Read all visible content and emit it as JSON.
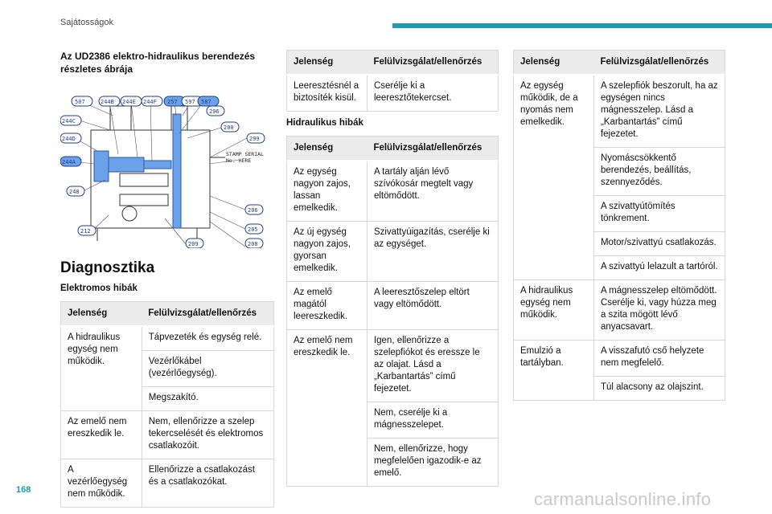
{
  "header": {
    "section_title": "Sajátosságok",
    "page_number": "168",
    "watermark": "carmanualsonline.info",
    "accent_color": "#1d9bb0"
  },
  "figure": {
    "title": "Az UD2386 elektro-hidraulikus berendezés részletes ábrája",
    "callouts_left": [
      "507",
      "244B",
      "244E",
      "244F",
      "257",
      "597",
      "587",
      "244C",
      "244D",
      "244A",
      "248",
      "212",
      "209"
    ],
    "callouts_right": [
      "296",
      "200",
      "299",
      "206",
      "205",
      "208"
    ],
    "stamp": "STAMP SERIAL No. HERE"
  },
  "section": "Diagnosztika",
  "electrical": {
    "title": "Elektromos hibák",
    "head": [
      "Jelenség",
      "Felülvizsgálat/ellenőrzés"
    ],
    "rows": [
      {
        "sym": "A hidraulikus egység nem működik.",
        "checks": [
          "Tápvezeték és egység relé.",
          "Vezérlőkábel (vezérlőegység).",
          "Megszakító."
        ]
      },
      {
        "sym": "Az emelő nem ereszkedik le.",
        "checks": [
          "Nem, ellenőrizze a szelep tekercselését és elektromos csatlakozóit."
        ]
      },
      {
        "sym": "A vezérlőegység nem működik.",
        "checks": [
          "Ellenőrizze a csatlakozást és a csatlakozókat."
        ]
      }
    ]
  },
  "fuse_table": {
    "head": [
      "Jelenség",
      "Felülvizsgálat/ellenőrzés"
    ],
    "rows": [
      {
        "sym": "Leeresztésnél a biztosíték kisül.",
        "checks": [
          "Cserélje ki a leeresztőtekercset."
        ]
      }
    ]
  },
  "hydraulic": {
    "title": "Hidraulikus hibák",
    "head": [
      "Jelenség",
      "Felülvizsgálat/ellenőrzés"
    ],
    "rows": [
      {
        "sym": "Az egység nagyon zajos, lassan emelkedik.",
        "checks": [
          "A tartály alján lévő szívókosár megtelt vagy eltömődött."
        ]
      },
      {
        "sym": "Az új egység nagyon zajos, gyorsan emelkedik.",
        "checks": [
          "Szivattyúigazítás, cserélje ki az egységet."
        ]
      },
      {
        "sym": "Az emelő magától leereszkedik.",
        "checks": [
          "A leeresztőszelep eltört vagy eltömődött."
        ]
      },
      {
        "sym": "Az emelő nem ereszkedik le.",
        "checks": [
          "Igen, ellenőrizze a szelepfiókot és eressze le az olajat. Lásd a „Karbantartás” című fejezetet.",
          "Nem, cserélje ki a mágnesszelepet.",
          "Nem, ellenőrizze, hogy megfelelően igazodik-e az emelő."
        ]
      }
    ]
  },
  "hydraulic2": {
    "head": [
      "Jelenség",
      "Felülvizsgálat/ellenőrzés"
    ],
    "rows": [
      {
        "sym": "Az egység működik, de a nyomás nem emelkedik.",
        "checks": [
          "A szelepfiók beszorult, ha az egységen nincs mágnesszelep. Lásd a „Karbantartás” című fejezetet.",
          "Nyomáscsökkentő berendezés, beállítás, szennyeződés.",
          "A szivattyútömítés tönkrement.",
          "Motor/szivattyú csatlakozás.",
          "A szivattyú lelazult a tartóról."
        ]
      },
      {
        "sym": "A hidraulikus egység nem működik.",
        "checks": [
          "A mágnesszelep eltömődött. Cserélje ki, vagy húzza meg a szita mögött lévő anyacsavart."
        ]
      },
      {
        "sym": "Emulzió a tartályban.",
        "checks": [
          "A visszafutó cső helyzete nem megfelelő.",
          "Túl alacsony az olajszint."
        ]
      }
    ]
  }
}
